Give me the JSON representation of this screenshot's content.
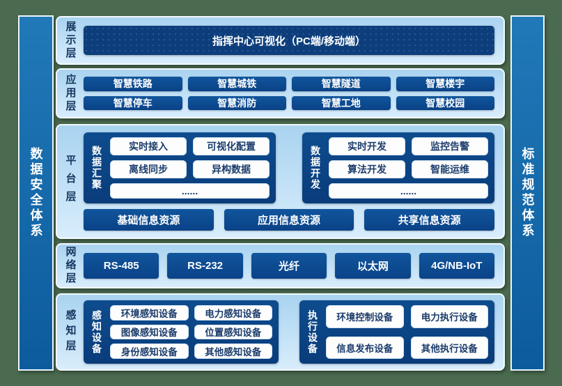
{
  "palette": {
    "background_green": "#4a6b50",
    "panel_light_blue": "#a9d3f0",
    "bar_blue": "#1568aa",
    "box_dark_blue": "#0d4c92",
    "display_box_navy": "#0d3e7b",
    "label_navy_text": "#16365f",
    "white_box_text": "#1b3c6b"
  },
  "side_bars": {
    "left": {
      "label": "数据安全体系"
    },
    "right": {
      "label": "标准规范体系"
    }
  },
  "layers": {
    "display": {
      "label": "展示层",
      "box": "指挥中心可视化（PC端/移动端）"
    },
    "application": {
      "label": "应用层",
      "items": [
        "智慧铁路",
        "智慧城铁",
        "智慧隧道",
        "智慧楼宇",
        "智慧停车",
        "智慧消防",
        "智慧工地",
        "智慧校园"
      ]
    },
    "platform": {
      "label": "平台层",
      "groups": [
        {
          "label": "数据汇聚",
          "items": [
            "实时接入",
            "可视化配置",
            "离线同步",
            "异构数据"
          ],
          "more": "......"
        },
        {
          "label": "数据开发",
          "items": [
            "实时开发",
            "监控告警",
            "算法开发",
            "智能运维"
          ],
          "more": "......"
        }
      ],
      "resources": [
        "基础信息资源",
        "应用信息资源",
        "共享信息资源"
      ]
    },
    "network": {
      "label": "网络层",
      "items": [
        "RS-485",
        "RS-232",
        "光纤",
        "以太网",
        "4G/NB-IoT"
      ]
    },
    "perception": {
      "label": "感知层",
      "groups": [
        {
          "label": "感知设备",
          "items": [
            "环境感知设备",
            "电力感知设备",
            "图像感知设备",
            "位置感知设备",
            "身份感知设备",
            "其他感知设备"
          ]
        },
        {
          "label": "执行设备",
          "items": [
            "环境控制设备",
            "电力执行设备",
            "信息发布设备",
            "其他执行设备"
          ]
        }
      ]
    }
  }
}
